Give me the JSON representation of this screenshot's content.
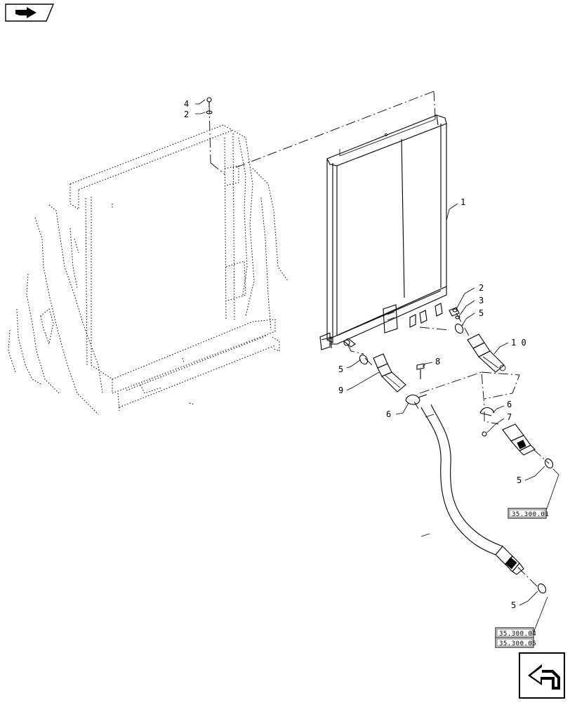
{
  "callouts": {
    "c1": "1",
    "c2_top": "2",
    "c2_right": "2",
    "c3": "3",
    "c4": "4",
    "c5_right_top": "5",
    "c5_left": "5",
    "c5_mid_right": "5",
    "c5_bottom": "5",
    "c6_left": "6",
    "c6_right": "6",
    "c7": "7",
    "c8": "8",
    "c9": "9",
    "c10": "1 0"
  },
  "references": {
    "ref_a": "35.300.01",
    "ref_b": "35.300.04",
    "ref_c": "35.300.05"
  },
  "icons": {
    "top_left": "back-arrow-icon",
    "bottom_right": "next-page-arrow-icon"
  }
}
